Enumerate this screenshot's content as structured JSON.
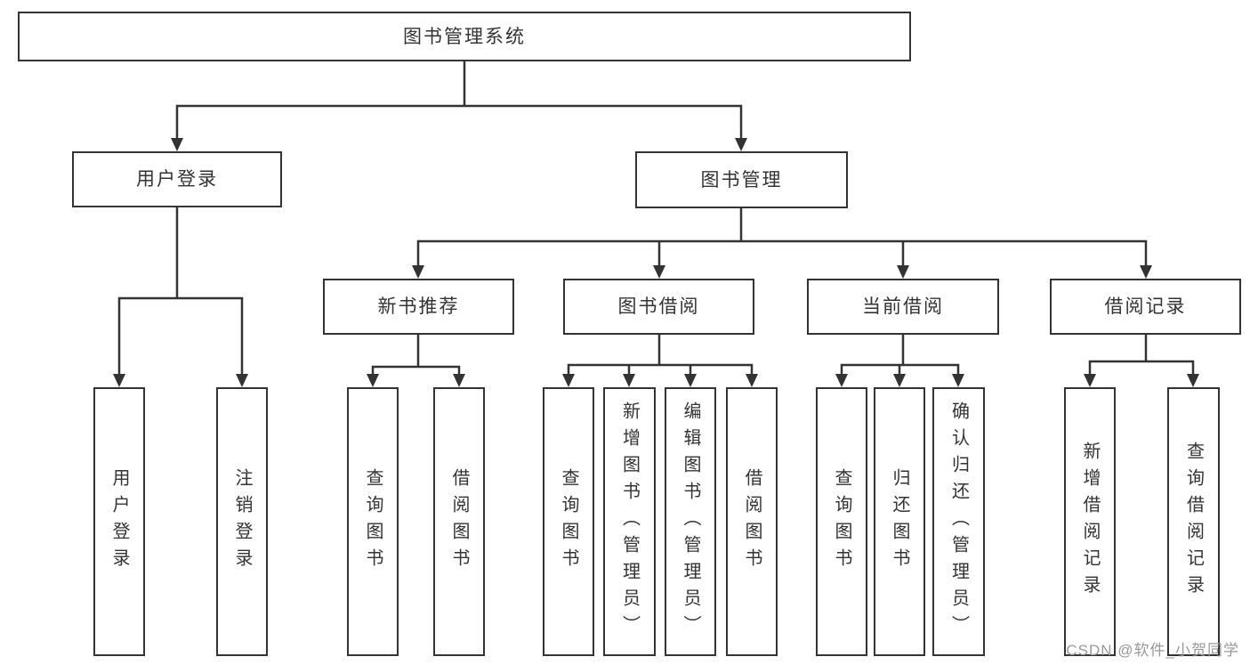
{
  "diagram": {
    "type": "tree-structure-diagram",
    "root": {
      "label": "图书管理系统"
    },
    "level2": [
      {
        "id": "user_login",
        "label": "用户登录"
      },
      {
        "id": "book_mgmt",
        "label": "图书管理"
      }
    ],
    "level3": [
      {
        "id": "new_book_rec",
        "label": "新书推荐",
        "parent": "book_mgmt"
      },
      {
        "id": "book_borrow",
        "label": "图书借阅",
        "parent": "book_mgmt"
      },
      {
        "id": "current_borrow",
        "label": "当前借阅",
        "parent": "book_mgmt"
      },
      {
        "id": "borrow_records",
        "label": "借阅记录",
        "parent": "book_mgmt"
      }
    ],
    "leaves": [
      {
        "id": "ul_login",
        "label": "用户登录",
        "parent": "user_login"
      },
      {
        "id": "ul_logout",
        "label": "注销登录",
        "parent": "user_login"
      },
      {
        "id": "nb_query",
        "label": "查询图书",
        "parent": "new_book_rec"
      },
      {
        "id": "nb_borrow",
        "label": "借阅图书",
        "parent": "new_book_rec"
      },
      {
        "id": "bb_query",
        "label": "查询图书",
        "parent": "book_borrow"
      },
      {
        "id": "bb_add",
        "label": "新增图书（管理员）",
        "parent": "book_borrow"
      },
      {
        "id": "bb_edit",
        "label": "编辑图书（管理员）",
        "parent": "book_borrow"
      },
      {
        "id": "bb_borrow",
        "label": "借阅图书",
        "parent": "book_borrow"
      },
      {
        "id": "cb_query",
        "label": "查询图书",
        "parent": "current_borrow"
      },
      {
        "id": "cb_return",
        "label": "归还图书",
        "parent": "current_borrow"
      },
      {
        "id": "cb_confirm",
        "label": "确认归还（管理员）",
        "parent": "current_borrow"
      },
      {
        "id": "br_add",
        "label": "新增借阅记录",
        "parent": "borrow_records"
      },
      {
        "id": "br_query",
        "label": "查询借阅记录",
        "parent": "borrow_records"
      }
    ],
    "colors": {
      "line": "#333333",
      "box_border": "#333333",
      "text": "#333333",
      "background": "#ffffff",
      "watermark": "#999999"
    }
  },
  "watermark": {
    "text": "CSDN @软件_小贺同学"
  }
}
